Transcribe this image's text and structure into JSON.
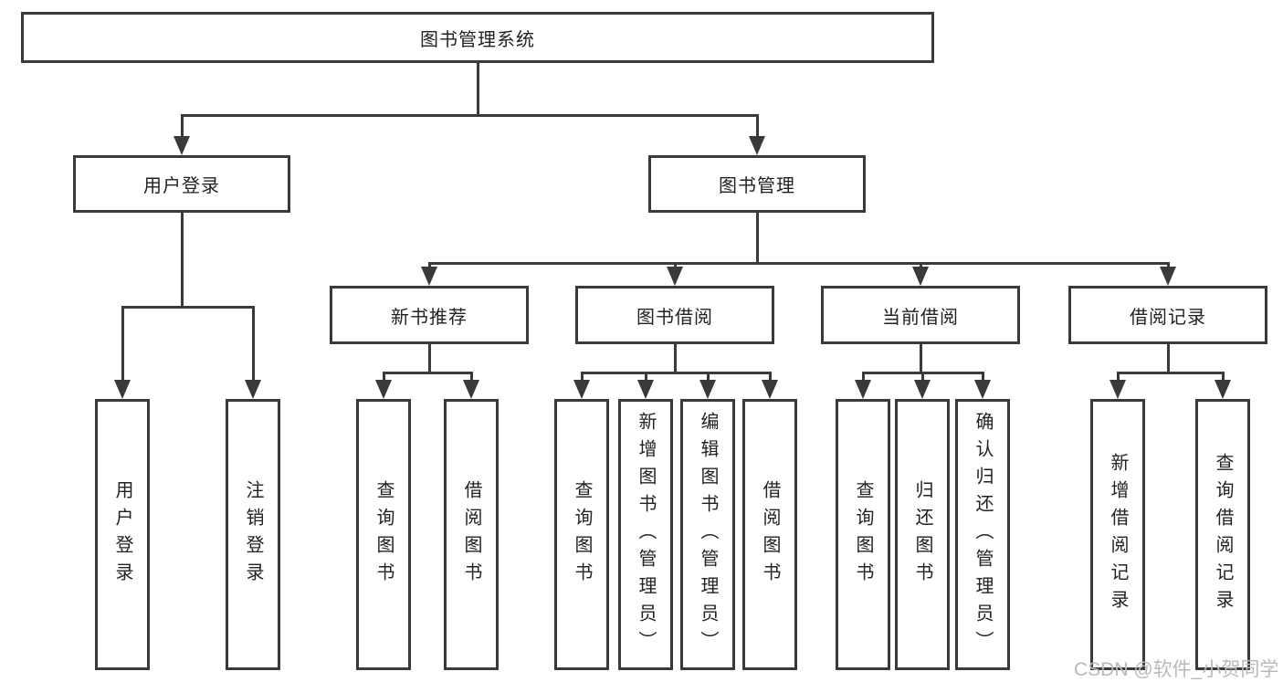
{
  "tree": {
    "label": "图书管理系统",
    "children": [
      {
        "label": "用户登录",
        "children": [
          {
            "label": "用户登录"
          },
          {
            "label": "注销登录"
          }
        ]
      },
      {
        "label": "图书管理",
        "children": [
          {
            "label": "新书推荐",
            "children": [
              {
                "label": "查询图书"
              },
              {
                "label": "借阅图书"
              }
            ]
          },
          {
            "label": "图书借阅",
            "children": [
              {
                "label": "查询图书"
              },
              {
                "label": "新增图书（管理员）"
              },
              {
                "label": "编辑图书（管理员）"
              },
              {
                "label": "借阅图书"
              }
            ]
          },
          {
            "label": "当前借阅",
            "children": [
              {
                "label": "查询图书"
              },
              {
                "label": "归还图书"
              },
              {
                "label": "确认归还（管理员）"
              }
            ]
          },
          {
            "label": "借阅记录",
            "children": [
              {
                "label": "新增借阅记录"
              },
              {
                "label": "查询借阅记录"
              }
            ]
          }
        ]
      }
    ]
  },
  "watermark": "CSDN @软件_小贺同学",
  "colors": {
    "line": "#3a3a3a",
    "box_border": "#3a3a3a",
    "text": "#222222",
    "watermark": "#b9b9b9",
    "background": "#ffffff"
  }
}
